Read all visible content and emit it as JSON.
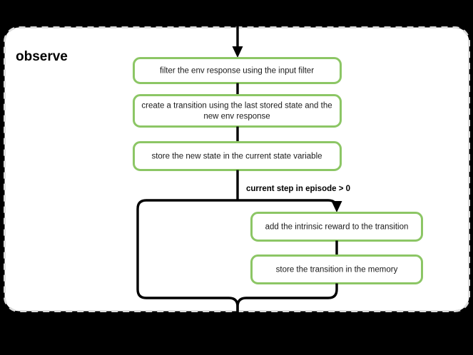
{
  "diagram": {
    "title": "observe",
    "background_color": "#000000",
    "panel_fill": "#ffffff",
    "panel_border_color": "#dcdcdc",
    "node_border_color": "#8cc665",
    "edge_color": "#000000",
    "nodes": [
      {
        "id": "filter-env-response",
        "label": "filter the env response using the input filter",
        "lines": [
          "filter the env response using the input filter"
        ]
      },
      {
        "id": "create-transition",
        "label": "create a transition using the last stored state and the new env response",
        "lines": [
          "create a transition using the last stored state and the",
          "new env response"
        ]
      },
      {
        "id": "store-new-state",
        "label": "store the new state in the current state variable",
        "lines": [
          "store the new state in the current state variable"
        ]
      },
      {
        "id": "add-intrinsic-reward",
        "label": "add the intrinsic reward to the transition",
        "lines": [
          "add the intrinsic reward to the transition"
        ]
      },
      {
        "id": "store-transition-memory",
        "label": "store the transition in the memory",
        "lines": [
          "store the transition in the memory"
        ]
      }
    ],
    "edge_labels": [
      {
        "id": "condition-current-step",
        "text": "current step in episode > 0"
      }
    ]
  }
}
